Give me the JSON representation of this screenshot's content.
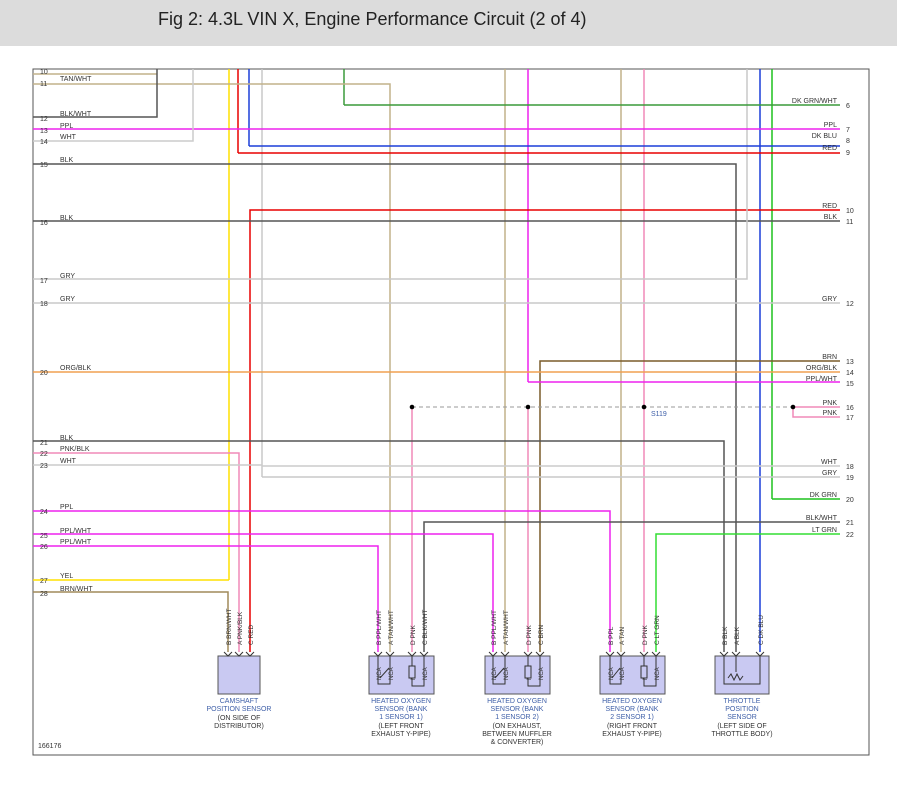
{
  "page": {
    "title": "Fig 2: 4.3L VIN X, Engine Performance Circuit (2 of 4)",
    "figure_id": "166176",
    "splice_label": "S119"
  },
  "left_pins": [
    {
      "num": "10",
      "label": ""
    },
    {
      "num": "11",
      "label": "TAN/WHT"
    },
    {
      "num": "12",
      "label": "BLK/WHT"
    },
    {
      "num": "13",
      "label": "PPL"
    },
    {
      "num": "14",
      "label": "WHT"
    },
    {
      "num": "15",
      "label": "BLK"
    },
    {
      "num": "16",
      "label": "BLK"
    },
    {
      "num": "17",
      "label": "GRY"
    },
    {
      "num": "18",
      "label": "GRY"
    },
    {
      "num": "20",
      "label": "ORG/BLK"
    },
    {
      "num": "21",
      "label": "BLK"
    },
    {
      "num": "22",
      "label": "PNK/BLK"
    },
    {
      "num": "23",
      "label": "WHT"
    },
    {
      "num": "24",
      "label": "PPL"
    },
    {
      "num": "25",
      "label": "PPL/WHT"
    },
    {
      "num": "26",
      "label": "PPL/WHT"
    },
    {
      "num": "27",
      "label": "YEL"
    },
    {
      "num": "28",
      "label": "BRN/WHT"
    }
  ],
  "right_pins": [
    {
      "num": "6",
      "label": "DK GRN/WHT"
    },
    {
      "num": "7",
      "label": "PPL"
    },
    {
      "num": "8",
      "label": "DK BLU"
    },
    {
      "num": "9",
      "label": "RED"
    },
    {
      "num": "10",
      "label": "RED"
    },
    {
      "num": "11",
      "label": "BLK"
    },
    {
      "num": "12",
      "label": "GRY"
    },
    {
      "num": "13",
      "label": "BRN"
    },
    {
      "num": "14",
      "label": "ORG/BLK"
    },
    {
      "num": "15",
      "label": "PPL/WHT"
    },
    {
      "num": "16",
      "label": "PNK"
    },
    {
      "num": "17",
      "label": "PNK"
    },
    {
      "num": "18",
      "label": "WHT"
    },
    {
      "num": "19",
      "label": "GRY"
    },
    {
      "num": "20",
      "label": "DK GRN"
    },
    {
      "num": "21",
      "label": "BLK/WHT"
    },
    {
      "num": "22",
      "label": "LT GRN"
    }
  ],
  "components": [
    {
      "name": "CAMSHAFT POSITION SENSOR",
      "location": "(ON SIDE OF DISTRIBUTOR)",
      "name_lines": [
        "CAMSHAFT",
        "POSITION SENSOR"
      ],
      "loc_lines": [
        "(ON SIDE OF",
        "DISTRIBUTOR)"
      ],
      "pins": [
        {
          "letter": "B",
          "wire": "BRN/WHT"
        },
        {
          "letter": "A",
          "wire": "PNK/BLK"
        },
        {
          "letter": "C",
          "wire": "RED"
        }
      ]
    },
    {
      "name": "HEATED OXYGEN SENSOR (BANK 1 SENSOR 1)",
      "location": "(LEFT FRONT EXHAUST Y-PIPE)",
      "name_lines": [
        "HEATED OXYGEN",
        "SENSOR (BANK",
        "1 SENSOR 1)"
      ],
      "loc_lines": [
        "(LEFT FRONT",
        "EXHAUST Y-PIPE)"
      ],
      "pins": [
        {
          "letter": "B",
          "wire": "PPL/WHT"
        },
        {
          "letter": "A",
          "wire": "TAN/WHT"
        },
        {
          "letter": "D",
          "wire": "PNK"
        },
        {
          "letter": "C",
          "wire": "BLK/WHT"
        }
      ]
    },
    {
      "name": "HEATED OXYGEN SENSOR (BANK 1 SENSOR 2)",
      "location": "(ON EXHAUST, BETWEEN MUFFLER & CONVERTER)",
      "name_lines": [
        "HEATED OXYGEN",
        "SENSOR (BANK",
        "1 SENSOR 2)"
      ],
      "loc_lines": [
        "(ON EXHAUST,",
        "BETWEEN MUFFLER",
        "& CONVERTER)"
      ],
      "pins": [
        {
          "letter": "B",
          "wire": "PPL/WHT"
        },
        {
          "letter": "A",
          "wire": "TAN/WHT"
        },
        {
          "letter": "D",
          "wire": "PNK"
        },
        {
          "letter": "C",
          "wire": "BRN"
        }
      ]
    },
    {
      "name": "HEATED OXYGEN SENSOR (BANK 2 SENSOR 1)",
      "location": "(RIGHT FRONT EXHAUST Y-PIPE)",
      "name_lines": [
        "HEATED OXYGEN",
        "SENSOR (BANK",
        "2 SENSOR 1)"
      ],
      "loc_lines": [
        "(RIGHT FRONT",
        "EXHAUST Y-PIPE)"
      ],
      "pins": [
        {
          "letter": "B",
          "wire": "PPL"
        },
        {
          "letter": "A",
          "wire": "TAN"
        },
        {
          "letter": "D",
          "wire": "PNK"
        },
        {
          "letter": "C",
          "wire": "LT GRN"
        }
      ]
    },
    {
      "name": "THROTTLE POSITION SENSOR",
      "location": "(LEFT SIDE OF THROTTLE BODY)",
      "name_lines": [
        "THROTTLE",
        "POSITION",
        "SENSOR"
      ],
      "loc_lines": [
        "(LEFT SIDE OF",
        "THROTTLE BODY)"
      ],
      "pins": [
        {
          "letter": "B",
          "wire": "BLK"
        },
        {
          "letter": "A",
          "wire": "BLK"
        },
        {
          "letter": "C",
          "wire": "DK BLU"
        }
      ]
    }
  ],
  "connector_pin_tag": "NCA",
  "colors": {
    "title_bar": "#dcdcdc",
    "component_fill": "#c9c9f2",
    "component_label": "#3e5fa8",
    "yellow": "#ffe000",
    "red": "#e80000",
    "purple": "#ee22ee",
    "pink": "#f08ab8",
    "tan": "#c2b28a",
    "brown": "#7a5c2a",
    "gray": "#c8c8c8",
    "dark_gray": "#555555",
    "green": "#1fc21f",
    "dark_green": "#3a9a3a",
    "light_green": "#33dd33",
    "blue": "#1c3fd8",
    "orange": "#f0a050"
  }
}
